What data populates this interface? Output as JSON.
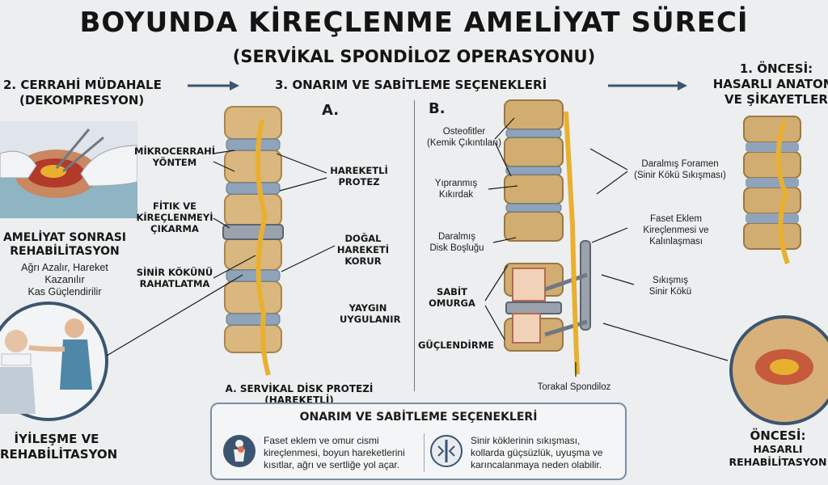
{
  "title": "BOYUNDA KİREÇLENME AMELİYAT SÜRECİ",
  "subtitle": "(SERVİKAL SPONDİLOZ OPERASYONU)",
  "steps": {
    "step2": "2. CERRAHİ MÜDAHALE",
    "step2b": "(DEKOMPRESYON)",
    "step3": "3. ONARIM VE SABİTLEME SEÇENEKLERİ",
    "step1": "1. ÖNCESİ:",
    "step1b": "HASARLI ANATOMİ",
    "step1c": "VE ŞİKAYETLER"
  },
  "left": {
    "rehab_title1": "AMELİYAT SONRASI",
    "rehab_title2": "REHABİLİTASYON",
    "rehab_line1": "Ağrı Azalır, Hareket Kazanılır",
    "rehab_line2": "Kas Güçlendirilir",
    "healing1": "İYİLEŞME VE",
    "healing2": "REHABİLİTASYON"
  },
  "panelA": {
    "letter": "A.",
    "labels": {
      "micro1": "MİKROCERRAHİ",
      "micro2": "YÖNTEM",
      "fitik1": "FİTIK VE",
      "fitik2": "KİREÇLENMEYİ",
      "fitik3": "ÇIKARMA",
      "sinir1": "SİNİR KÖKÜNÜ",
      "sinir2": "RAHATLATMA",
      "hareketli1": "HAREKETLİ",
      "hareketli2": "PROTEZ",
      "dogal1": "DOĞAL",
      "dogal2": "HAREKETİ",
      "dogal3": "KORUR",
      "yaygin1": "YAYGIN",
      "yaygin2": "UYGULANIR"
    },
    "caption": "A. SERVİKAL DİSK PROTEZİ (HAREKETLİ)"
  },
  "panelB": {
    "letter": "B.",
    "labels": {
      "osteo1": "Osteofitler",
      "osteo2": "(Kemik Çıkıntıları)",
      "yip1": "Yıpranmış",
      "yip2": "Kıkırdak",
      "dar1": "Daralmış",
      "dar2": "Disk Boşluğu",
      "sabit1": "SABİT",
      "sabit2": "OMURGA",
      "guc": "GÜÇLENDİRME",
      "foramen1": "Daralmış Foramen",
      "foramen2": "(Sinir Kökü Sıkışması)",
      "faset1": "Faset Eklem",
      "faset2": "Kireçlenmesi ve",
      "faset3": "Kalınlaşması",
      "sikisma1": "Sıkışmış",
      "sikisma2": "Sinir Kökü"
    },
    "caption": "Torakal Spondiloz"
  },
  "right": {
    "before1": "ÖNCESİ:",
    "before2": "HASARLI",
    "before3": "REHABİLİTASYON"
  },
  "infobox": {
    "title": "ONARIM VE SABİTLEME SEÇENEKLERİ",
    "text1_l1": "Faset eklem ve omur cismi",
    "text1_l2": "kireçlenmesi, boyun hareketlerini",
    "text1_l3": "kısıtlar, ağrı ve sertliğe yol açar.",
    "text2_l1": "Sinir köklerinin sıkışması,",
    "text2_l2": "kollarda güçsüzlük, uyuşma ve",
    "text2_l3": "karıncalanmaya neden olabilir."
  },
  "colors": {
    "bone": "#d9b77e",
    "bone_dark": "#a9844c",
    "disc": "#8fa4ba",
    "nerve": "#e9b030",
    "accent": "#3b5570",
    "implant": "#9aa3ad",
    "background": "#eceeef"
  }
}
